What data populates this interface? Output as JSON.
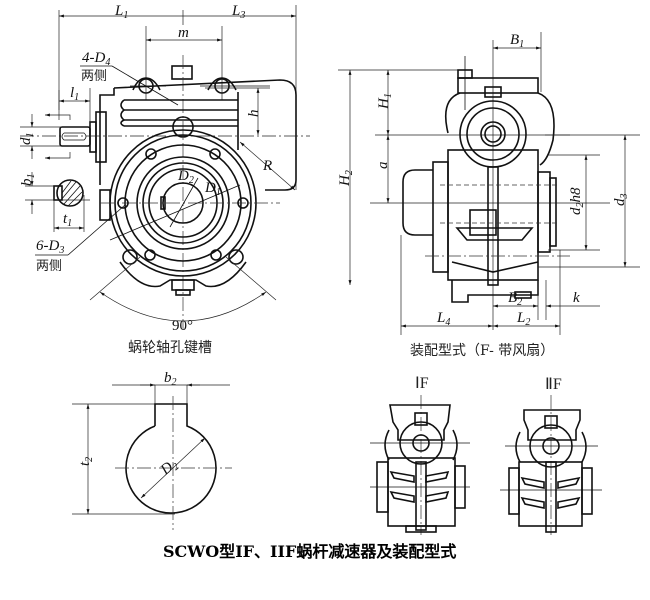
{
  "title": "SCWO型IF、IIF蜗杆减速器及装配型式",
  "views": {
    "front": {
      "caption": "蜗轮轴孔键槽",
      "angle_label": "90°",
      "labels": {
        "L1": "L",
        "L1_sub": "1",
        "L3": "L",
        "L3_sub": "3",
        "m": "m",
        "D4_note_top": "4-D",
        "D4_note_sub": "4",
        "D4_note_bottom": "两侧",
        "l1": "l",
        "l1_sub": "1",
        "d1": "d",
        "d1_sub": "1",
        "h": "h",
        "R": "R",
        "b1": "b",
        "b1_sub": "1",
        "t1": "t",
        "t1_sub": "1",
        "D2": "D",
        "D2_sub": "2",
        "D1": "D",
        "D1_sub": "1",
        "D3_note_top": "6-D",
        "D3_note_sub": "3",
        "D3_note_bottom": "两侧"
      }
    },
    "side": {
      "caption": "装配型式（F- 带风扇）",
      "labels": {
        "B1": "B",
        "B1_sub": "1",
        "H1": "H",
        "H1_sub": "1",
        "H2": "H",
        "H2_sub": "2",
        "a": "a",
        "d2h8": "d",
        "d2h8_sub": "2",
        "d2h8_tol": "h8",
        "d3": "d",
        "d3_sub": "3",
        "B2": "B",
        "B2_sub": "2",
        "k": "k",
        "L4": "L",
        "L4_sub": "4",
        "L2": "L",
        "L2_sub": "2"
      }
    },
    "keyway": {
      "labels": {
        "b2": "b",
        "b2_sub": "2",
        "t2": "t",
        "t2_sub": "2",
        "D2": "D",
        "D2_sub": "2"
      }
    },
    "variants": [
      {
        "label": "ⅠF"
      },
      {
        "label": "ⅡF"
      }
    ]
  }
}
